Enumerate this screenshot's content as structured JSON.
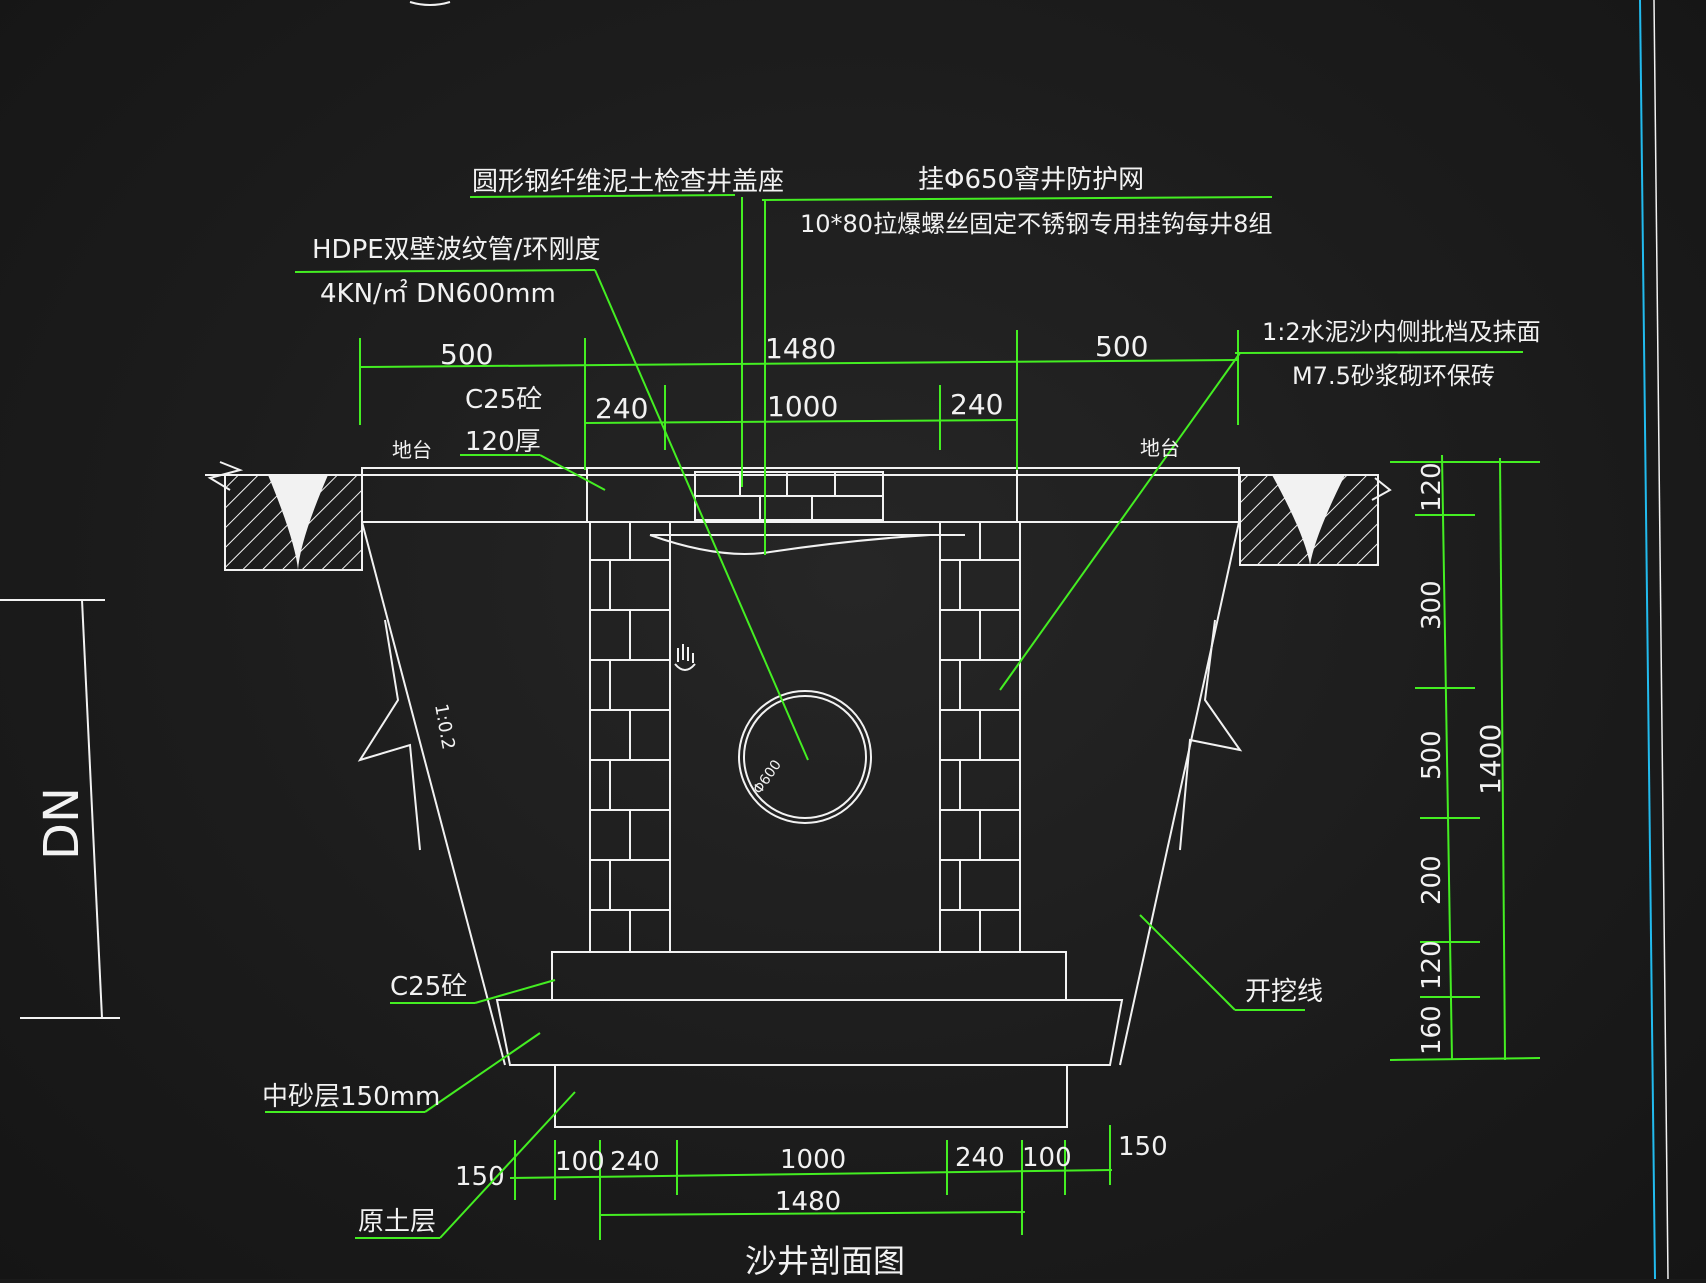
{
  "drawing": {
    "title": "沙井剖面图",
    "side_label": "DN",
    "callouts": {
      "cover_seat": "圆形钢纤维泥土检查井盖座",
      "hdpe_line1": "HDPE双壁波纹管/环刚度",
      "hdpe_line2": "4KN/㎡ DN600mm",
      "net_line1": "挂Φ650窨井防护网",
      "net_line2": "10*80拉爆螺丝固定不锈钢专用挂钩每井8组",
      "mortar_line1": "1:2水泥沙内侧批档及抹面",
      "mortar_line2": "M7.5砂浆砌环保砖",
      "c25_top_line1": "C25砼",
      "c25_top_line2": "120厚",
      "c25_bottom": "C25砼",
      "sand": "中砂层150mm",
      "soil": "原土层",
      "excavation": "开挖线",
      "ground_left": "地台",
      "ground_right": "地台",
      "slope": "1:0.2",
      "pipe": "Φ600"
    },
    "top_dims": {
      "left": "500",
      "total": "1480",
      "right": "500",
      "wall_left": "240",
      "inner": "1000",
      "wall_right": "240"
    },
    "bottom_dims": {
      "left_150": "150",
      "left_100": "100",
      "wall_left": "240",
      "inner": "1000",
      "wall_right": "240",
      "right_100": "100",
      "right_150": "150",
      "total": "1480"
    },
    "right_dims": {
      "d120": "120",
      "d300": "300",
      "d500": "500",
      "d200": "200",
      "d120b": "120",
      "d160": "160",
      "total": "1400"
    }
  },
  "colors": {
    "background": "#1c1c1c",
    "lines": "#f2f2f2",
    "leaders": "#44ee22",
    "frame": "#22bbee"
  }
}
